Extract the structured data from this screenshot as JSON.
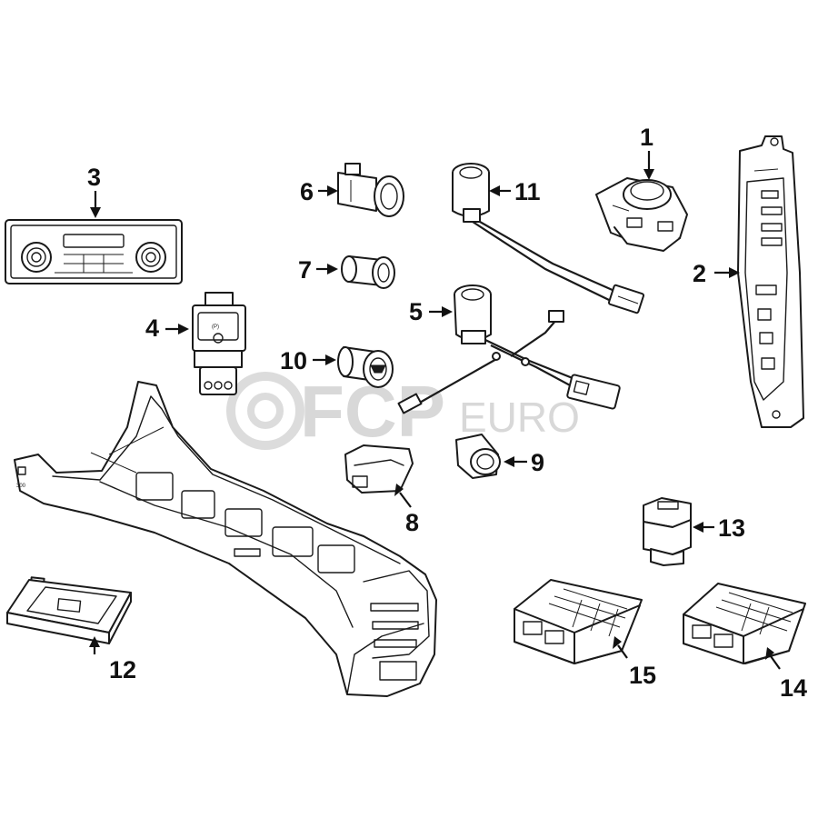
{
  "watermark": {
    "brand": "FCP",
    "suffix": "EURO"
  },
  "callouts": [
    "1",
    "2",
    "3",
    "4",
    "5",
    "6",
    "7",
    "8",
    "9",
    "10",
    "11",
    "12",
    "13",
    "14",
    "15"
  ],
  "colors": {
    "ink": "#1a1a1a",
    "watermark": "#d8d8d8",
    "background": "#ffffff"
  }
}
